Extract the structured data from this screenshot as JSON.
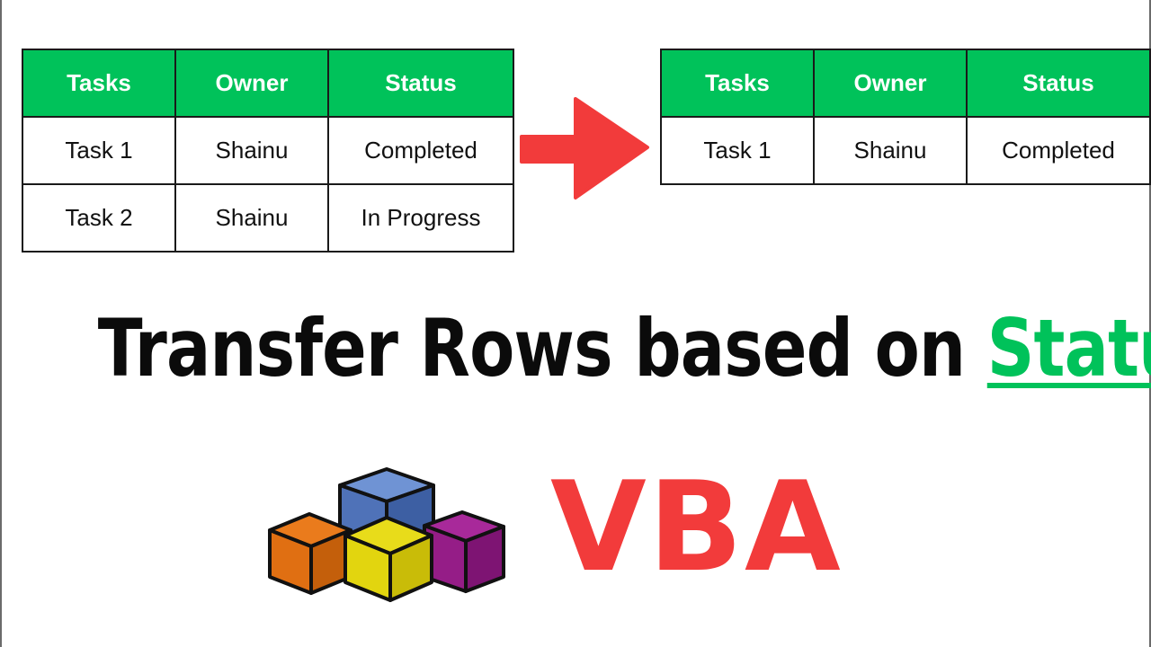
{
  "colors": {
    "header_green": "#00c25a",
    "accent_red": "#f23b3b",
    "text_dark": "#0b0b0b"
  },
  "source_table": {
    "headers": [
      "Tasks",
      "Owner",
      "Status"
    ],
    "rows": [
      [
        "Task 1",
        "Shainu",
        "Completed"
      ],
      [
        "Task 2",
        "Shainu",
        "In Progress"
      ]
    ]
  },
  "target_table": {
    "headers": [
      "Tasks",
      "Owner",
      "Status"
    ],
    "rows": [
      [
        "Task 1",
        "Shainu",
        "Completed"
      ]
    ]
  },
  "headline": {
    "main": "Transfer Rows based on ",
    "highlight": "Status"
  },
  "logo_text": "VBA",
  "icons": {
    "arrow": "arrow-right-icon",
    "logo": "stacked-cubes-icon"
  }
}
